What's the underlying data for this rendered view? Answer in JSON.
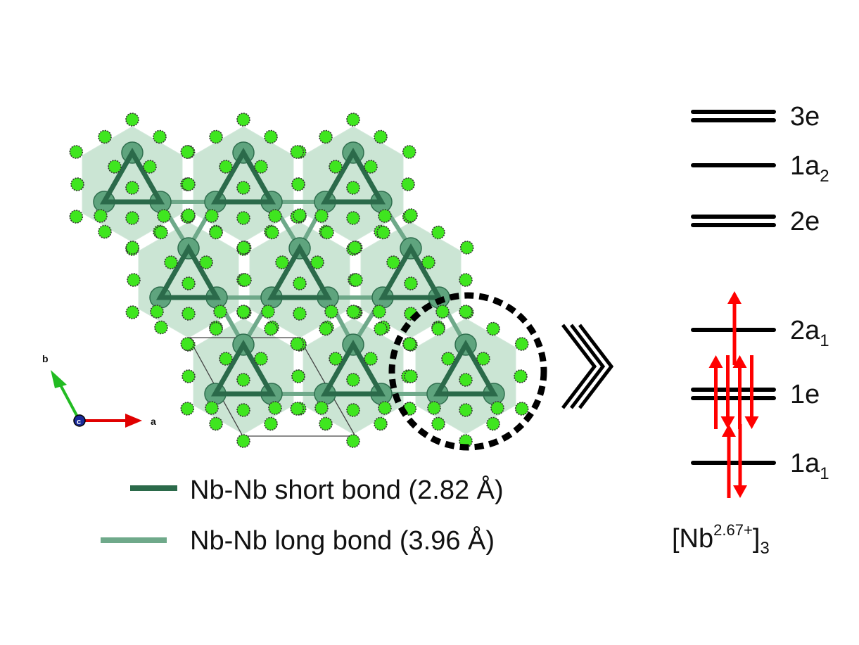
{
  "legend": {
    "short_bond": "Nb-Nb short bond (2.82 Å)",
    "long_bond": "Nb-Nb long bond (3.96 Å)"
  },
  "axes": {
    "a": "a",
    "b": "b",
    "c": "c"
  },
  "energy_levels": [
    {
      "main": "3e",
      "sub": "",
      "degenerate": true,
      "electrons": []
    },
    {
      "main": "1a",
      "sub": "2",
      "degenerate": false,
      "electrons": []
    },
    {
      "main": "2e",
      "sub": "",
      "degenerate": true,
      "electrons": []
    },
    {
      "main": "2a",
      "sub": "1",
      "degenerate": false,
      "electrons": [
        "up"
      ]
    },
    {
      "main": "1e",
      "sub": "",
      "degenerate": true,
      "electrons": [
        "up",
        "down",
        "up",
        "down"
      ]
    },
    {
      "main": "1a",
      "sub": "1",
      "degenerate": false,
      "electrons": [
        "up",
        "down"
      ]
    }
  ],
  "cluster": {
    "prefix": "[Nb",
    "charge": "2.67+",
    "suffix": "]",
    "count": "3"
  },
  "colors": {
    "short_bond": "#2b6a4a",
    "long_bond": "#6fa98a",
    "atom": "#3fe61f",
    "polyhedron": "#b9dcc6",
    "electron": "#ff0000",
    "axis_a": "#e00000",
    "axis_b": "#22bb22",
    "axis_c": "#1a2a99"
  }
}
